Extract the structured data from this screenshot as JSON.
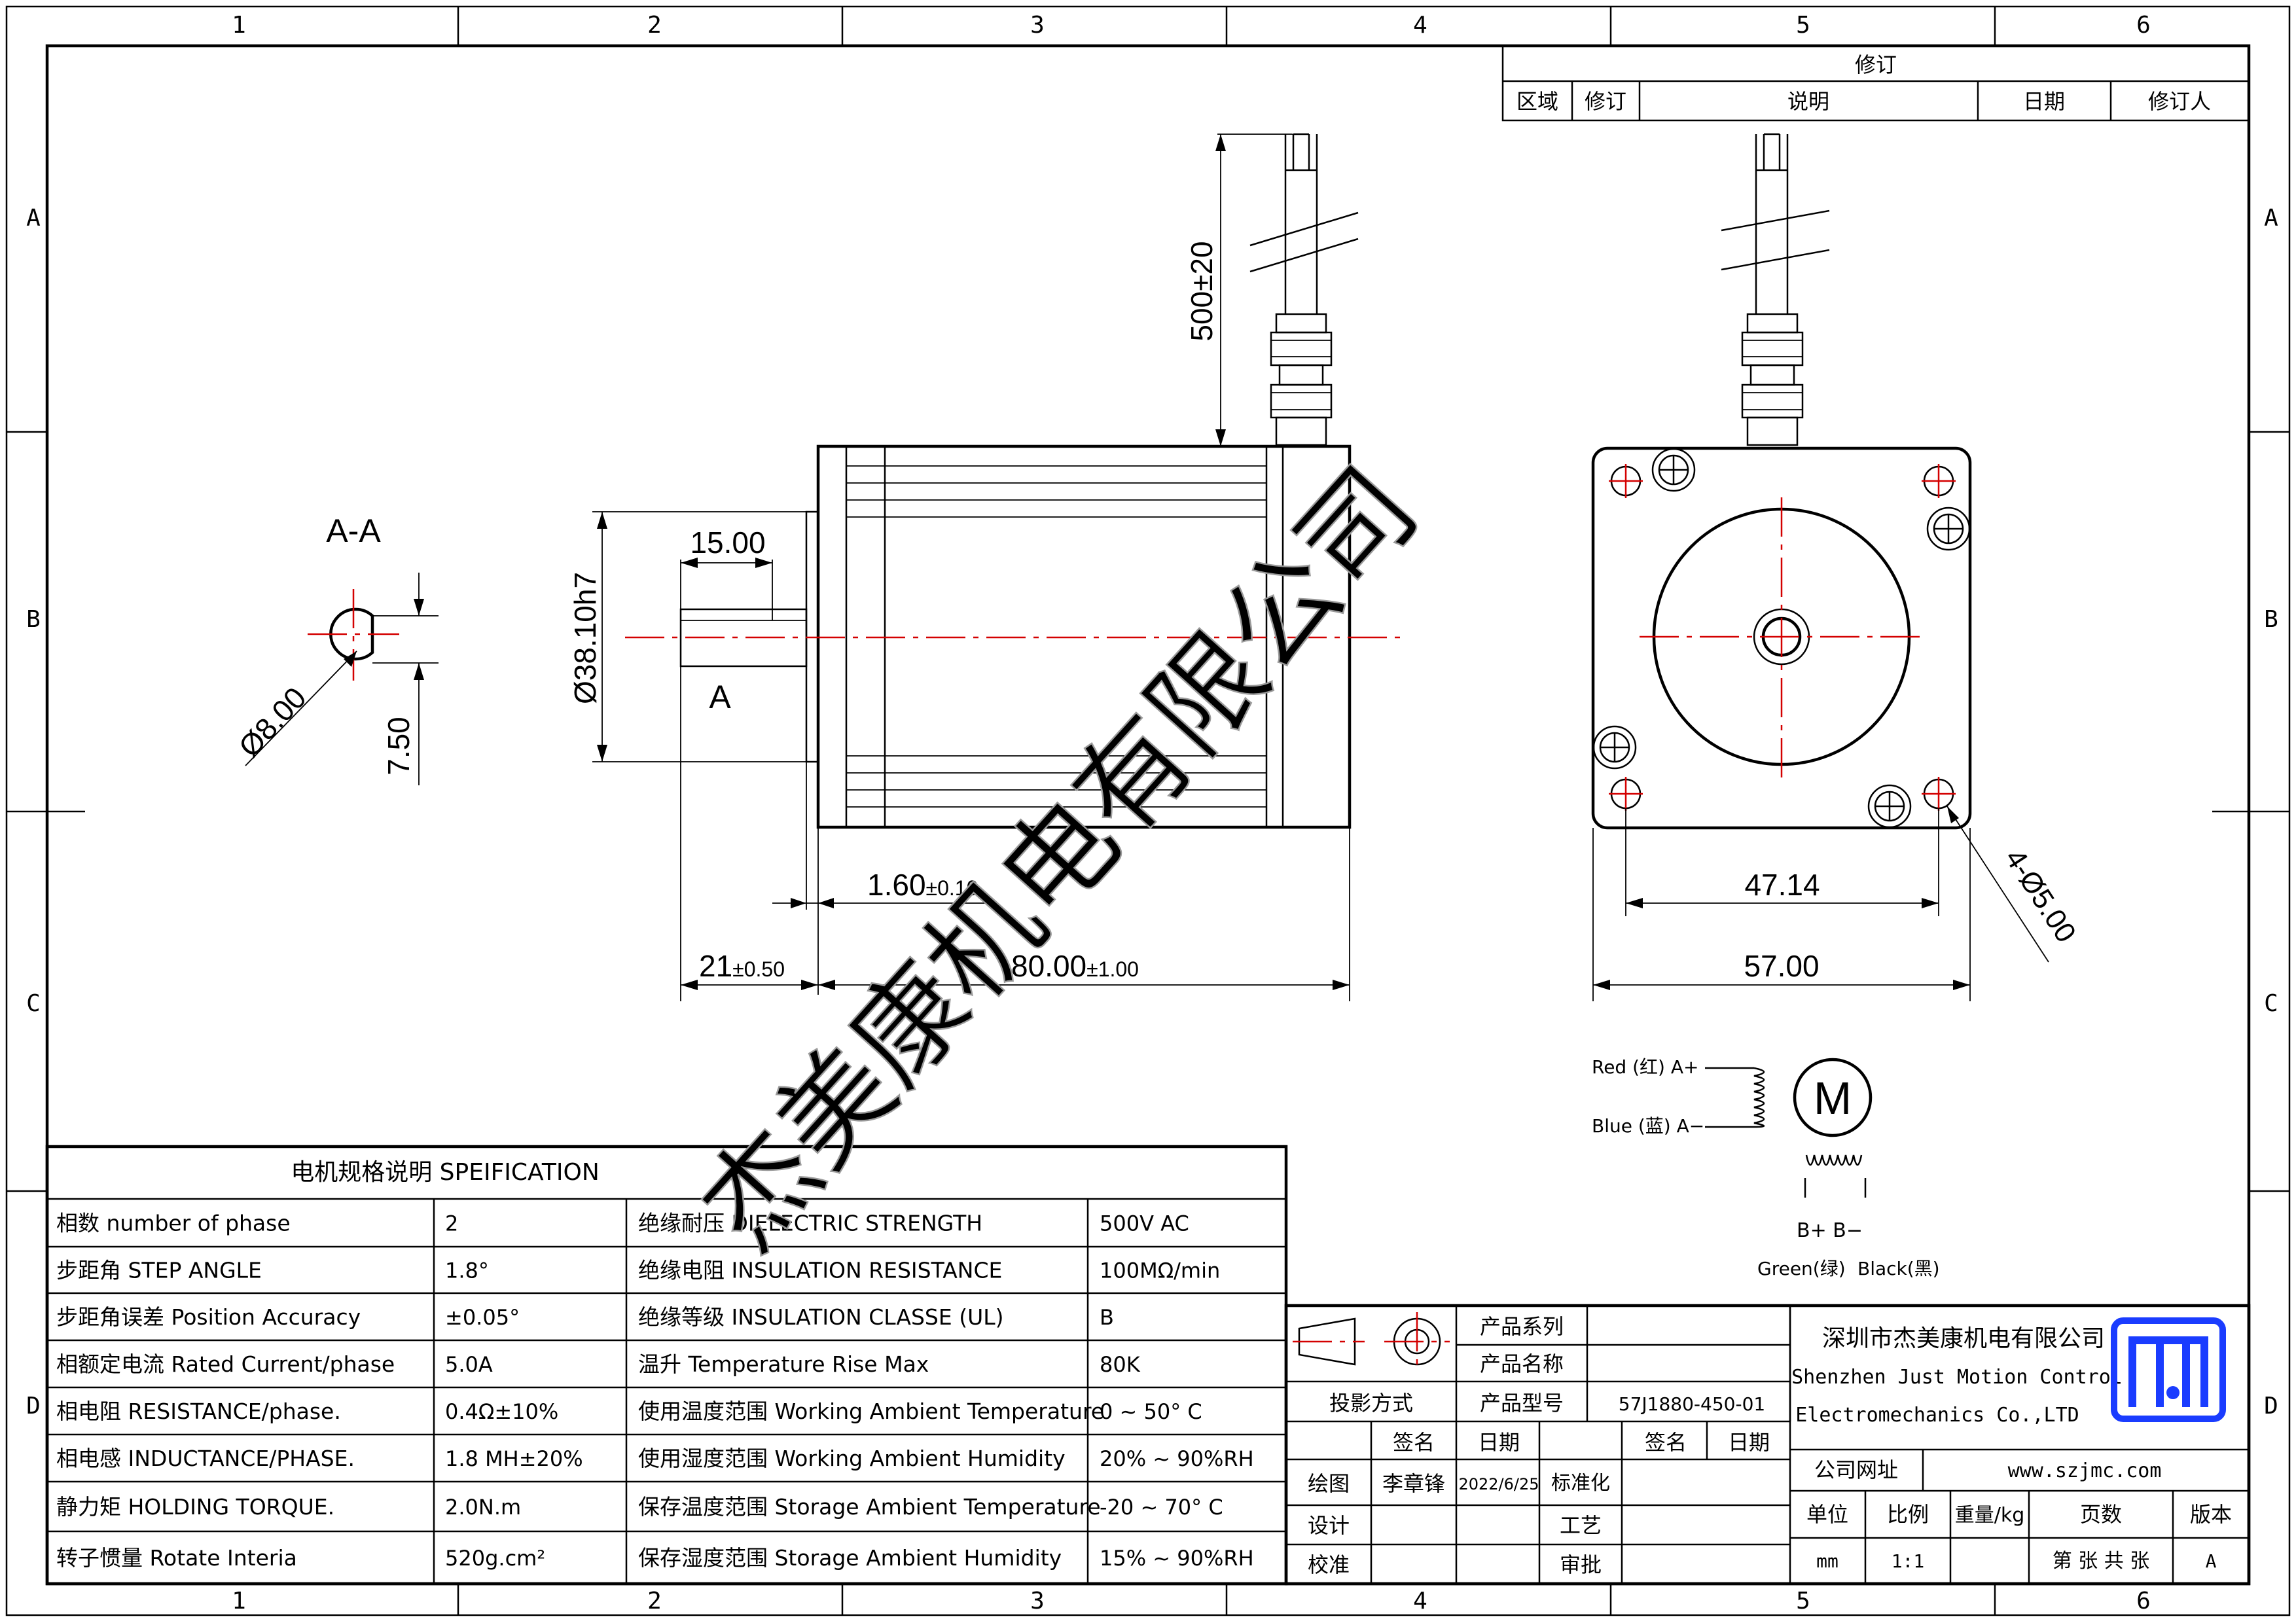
{
  "border": {
    "columns": [
      "1",
      "2",
      "3",
      "4",
      "5",
      "6"
    ],
    "rows": [
      "A",
      "B",
      "C",
      "D"
    ]
  },
  "revision_table": {
    "title": "修订",
    "headers": [
      "区域",
      "修订",
      "说明",
      "日期",
      "修订人"
    ]
  },
  "watermark": "杰美康机电有限公司",
  "section_view": {
    "title": "A-A",
    "dim_diameter": "Ø8.00",
    "dim_flat": "7.50"
  },
  "side_view": {
    "dim_lead_length": "500±20",
    "dim_shaft_length": "15.00",
    "dim_pilot_diameter": "Ø38.10h7",
    "section_label": "A",
    "dim_pilot_height": "1.60",
    "dim_pilot_height_tol": "±0.10",
    "dim_shaft_extension": "21",
    "dim_shaft_extension_tol": "±0.50",
    "dim_body_length": "80.00",
    "dim_body_length_tol": "±1.00"
  },
  "front_view": {
    "dim_hole_spacing": "47.14",
    "dim_flange_width": "57.00",
    "dim_holes": "4-Ø5.00"
  },
  "wiring": {
    "red_label": "Red (红) A+",
    "blue_label": "Blue (蓝) A−",
    "motor_symbol": "M",
    "b_labels": "B+   B−",
    "green_label": "Green(绿)",
    "black_label": "Black(黑)"
  },
  "spec_table": {
    "title": "电机规格说明 SPEIFICATION",
    "rows": [
      [
        "相数 number of phase",
        "2",
        "绝缘耐压 DIELECTRIC STRENGTH",
        "500V AC"
      ],
      [
        "步距角 STEP ANGLE",
        "1.8°",
        "绝缘电阻 INSULATION RESISTANCE",
        "100MΩ/min"
      ],
      [
        "步距角误差 Position Accuracy",
        "±0.05°",
        "绝缘等级 INSULATION CLASSE (UL)",
        "B"
      ],
      [
        "相额定电流 Rated Current/phase",
        "5.0A",
        "温升 Temperature Rise Max",
        "80K"
      ],
      [
        "相电阻 RESISTANCE/phase.",
        "0.4Ω±10%",
        "使用温度范围 Working Ambient Temperature",
        "0 ~ 50° C"
      ],
      [
        "相电感 INDUCTANCE/PHASE.",
        "1.8 MH±20%",
        "使用湿度范围 Working Ambient Humidity",
        "20% ~ 90%RH"
      ],
      [
        "静力矩 HOLDING TORQUE.",
        "2.0N.m",
        "保存温度范围 Storage Ambient Temperature",
        "-20 ~ 70° C"
      ],
      [
        "转子惯量 Rotate Interia",
        "520g.cm²",
        "保存湿度范围 Storage Ambient Humidity",
        "15% ~ 90%RH"
      ]
    ]
  },
  "title_block": {
    "projection_label": "投影方式",
    "product_series_label": "产品系列",
    "product_series_value": "",
    "product_name_label": "产品名称",
    "product_name_value": "",
    "product_model_label": "产品型号",
    "product_model_value": "57J1880-450-01",
    "sign_label": "签名",
    "date_label": "日期",
    "sign_label_2": "签名",
    "date_label_2": "日期",
    "drawn_label": "绘图",
    "drawn_by": "李章锋",
    "drawn_date": "2022/6/25",
    "standard_label": "标准化",
    "design_label": "设计",
    "process_label": "工艺",
    "check_label": "校准",
    "approve_label": "审批",
    "company_cn": "深圳市杰美康机电有限公司",
    "company_en_1": "Shenzhen Just Motion Control",
    "company_en_2": "Electromechanics Co.,LTD",
    "website_label": "公司网址",
    "website": "www.szjmc.com",
    "unit_label": "单位",
    "scale_label": "比例",
    "weight_label": "重量/kg",
    "pages_label": "页数",
    "version_label": "版本",
    "unit_value": "mm",
    "scale_value": "1:1",
    "weight_value": "",
    "pages_value": "第 张 共 张",
    "version_value": "A"
  },
  "colors": {
    "line": "#000000",
    "centerline": "#d40000",
    "watermark": "#9a9a9a",
    "logo": "#1a3cff"
  }
}
